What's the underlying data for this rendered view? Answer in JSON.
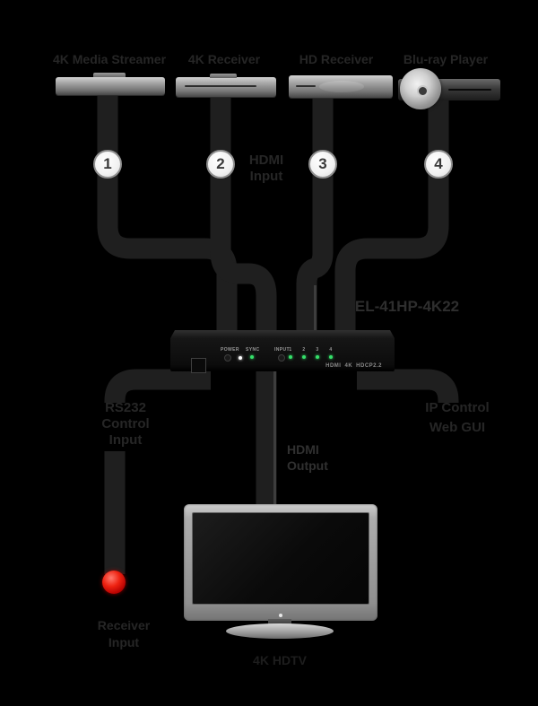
{
  "sources": [
    {
      "number": "1",
      "label": "4K Media Streamer"
    },
    {
      "number": "2",
      "label": "4K Receiver"
    },
    {
      "number": "3",
      "label": "HD Receiver"
    },
    {
      "number": "4",
      "label": "Blu-ray Player"
    }
  ],
  "hdmi_input": {
    "line1": "HDMI",
    "line2": "Input"
  },
  "switch": {
    "model": "EL-41HP-4K22",
    "panel": {
      "power_label": "POWER",
      "sync_label": "SYNC",
      "input_label": "INPUT",
      "channels": [
        "1",
        "2",
        "3",
        "4"
      ],
      "logos": [
        "HDMI",
        "4K",
        "HDCP2.2"
      ]
    }
  },
  "rs232": {
    "line1": "RS232",
    "line2": "Control",
    "line3": "Input"
  },
  "ip_control": {
    "line1": "IP Control",
    "line2": "Web GUI"
  },
  "hdmi_output": {
    "line1": "HDMI",
    "line2": "Output"
  },
  "ir_receiver": {
    "line1": "Receiver",
    "line2": "Input"
  },
  "tv_label": "4K HDTV",
  "colors": {
    "background": "#000000",
    "cable": "#1f1f1f",
    "label_text": "#262626",
    "led_green": "#35e06a",
    "led_white": "#ffffff",
    "ir_dot_red": "#d40000"
  }
}
